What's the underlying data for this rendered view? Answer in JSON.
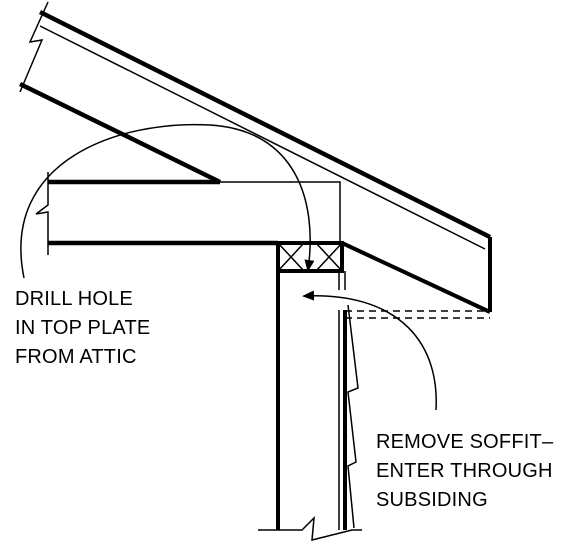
{
  "labels": {
    "attic_note": [
      "DRILL HOLE",
      "IN TOP PLATE",
      "FROM ATTIC"
    ],
    "soffit_note": [
      "REMOVE SOFFIT–",
      "ENTER THROUGH",
      "SUBSIDING"
    ]
  },
  "colors": {
    "line": "#000000",
    "background": "#ffffff"
  }
}
